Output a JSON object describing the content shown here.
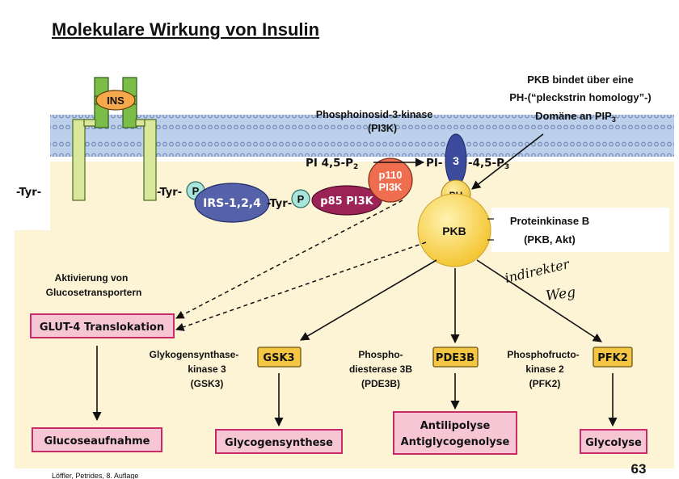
{
  "title": "Molekulare Wirkung von Insulin",
  "page_number": "63",
  "source": "Löffler, Petrides, 8. Auflage",
  "colors": {
    "membrane": "#bcd0ec",
    "background": "#fdf4d5",
    "receptor_light": "#d9e89a",
    "receptor_dark": "#7cbd4a",
    "ins": "#f5a94a",
    "irs": "#5561a8",
    "p85": "#9b2356",
    "p110": "#f06e50",
    "pi3": "#3d4b9c",
    "ph": "#f7d55a",
    "pkb": "#f9d84c",
    "phospho": "#a9e4da",
    "yellow_box": "#f4c642",
    "pink_box": "#f7c6d5",
    "pink_border": "#c92a68"
  },
  "receptor": {
    "ins": "INS",
    "tyr_left": "-Tyr-",
    "tyr_right": "-Tyr-",
    "p_receptor": "P"
  },
  "irs": {
    "label": "IRS-1,2,4",
    "tyr": "-Tyr-",
    "p": "P"
  },
  "pi3k": {
    "p85": "p85 PI3K",
    "p110_line1": "p110",
    "p110_line2": "PI3K",
    "name_line1": "Phosphoinosid-3-kinase",
    "name_line2": "(PI3K)"
  },
  "pip": {
    "pi45_a": "PI 4,5-P",
    "pi45_a_sub": "2",
    "pi_b": "PI-",
    "three": "3",
    "p3": "-4,5-P",
    "p3_sub": "3"
  },
  "pkb": {
    "ph": "PH",
    "label": "PKB",
    "annotation_line1": "PKB bindet über eine",
    "annotation_line2": "PH-(“pleckstrin homology”-)",
    "annotation_line3": "Domäne an PIP",
    "annotation_line3_sub": "3",
    "name_line1": "Proteinkinase B",
    "name_line2": "(PKB, Akt)"
  },
  "handwritten": {
    "line1": "indirekter",
    "line2": "Weg"
  },
  "glut": {
    "activation_line1": "Aktivierung von",
    "activation_line2": "Glucosetransportern",
    "box": "GLUT-4 Translokation",
    "result": "Glucoseaufnahme"
  },
  "gsk3": {
    "name_line1": "Glykogensynthase-",
    "name_line2": "kinase 3",
    "name_line3": "(GSK3)",
    "box": "GSK3",
    "result": "Glycogensynthese"
  },
  "pde3b": {
    "name_line1": "Phospho-",
    "name_line2": "diesterase 3B",
    "name_line3": "(PDE3B)",
    "box": "PDE3B",
    "result_line1": "Antilipolyse",
    "result_line2": "Antiglycogenolyse"
  },
  "pfk2": {
    "name_line1": "Phosphofructo-",
    "name_line2": "kinase 2",
    "name_line3": "(PFK2)",
    "box": "PFK2",
    "result": "Glycolyse"
  }
}
